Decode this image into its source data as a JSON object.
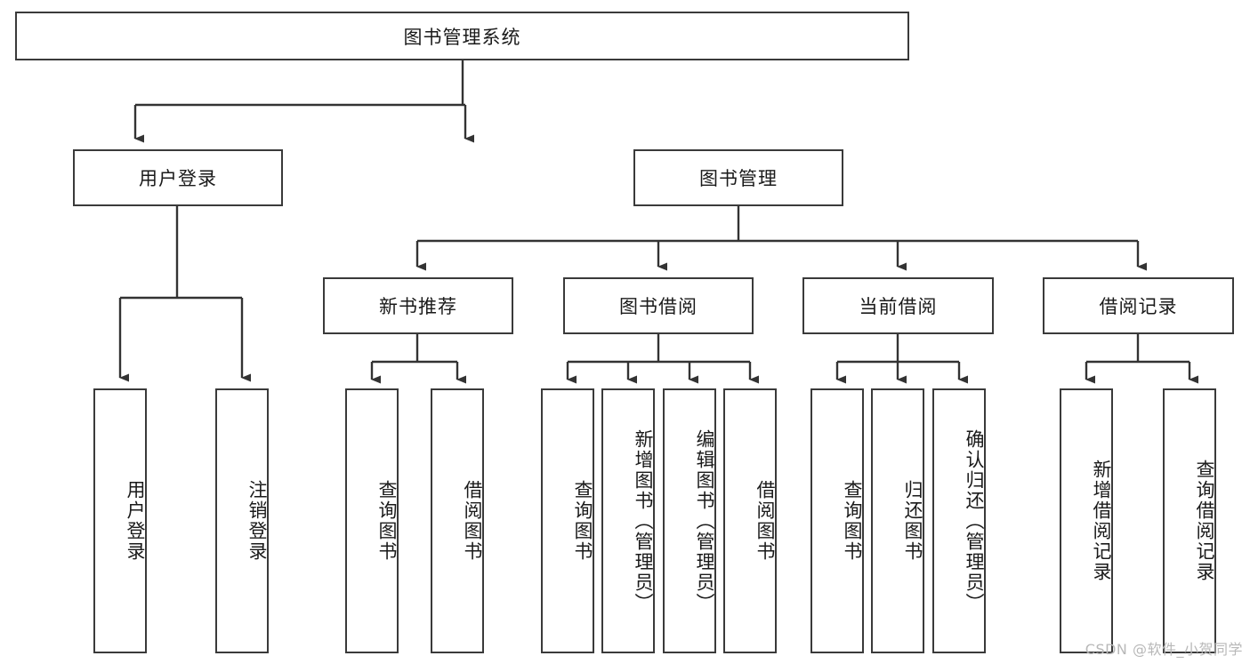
{
  "diagram": {
    "type": "tree",
    "title": "图书管理系统",
    "watermark": "CSDN @软件_小贺同学",
    "colors": {
      "box_border": "#3a3a3a",
      "box_fill": "#ffffff",
      "connector": "#333333",
      "text": "#1a1a1a",
      "watermark": "#b8b8b8"
    },
    "levels": {
      "root": {
        "label": "图书管理系统"
      },
      "level2": [
        {
          "label": "用户登录"
        },
        {
          "label": "图书管理"
        }
      ],
      "level3": [
        {
          "label": "新书推荐"
        },
        {
          "label": "图书借阅"
        },
        {
          "label": "当前借阅"
        },
        {
          "label": "借阅记录"
        }
      ],
      "leaves": {
        "user_login": [
          {
            "label": "用户登录"
          },
          {
            "label": "注销登录"
          }
        ],
        "new_book_recommend": [
          {
            "label": "查询图书"
          },
          {
            "label": "借阅图书"
          }
        ],
        "book_borrow": [
          {
            "label": "查询图书"
          },
          {
            "label": "新增图书（管理员）"
          },
          {
            "label": "编辑图书（管理员）"
          },
          {
            "label": "借阅图书"
          }
        ],
        "current_borrow": [
          {
            "label": "查询图书"
          },
          {
            "label": "归还图书"
          },
          {
            "label": "确认归还（管理员）"
          }
        ],
        "borrow_record": [
          {
            "label": "新增借阅记录"
          },
          {
            "label": "查询借阅记录"
          }
        ]
      }
    }
  }
}
